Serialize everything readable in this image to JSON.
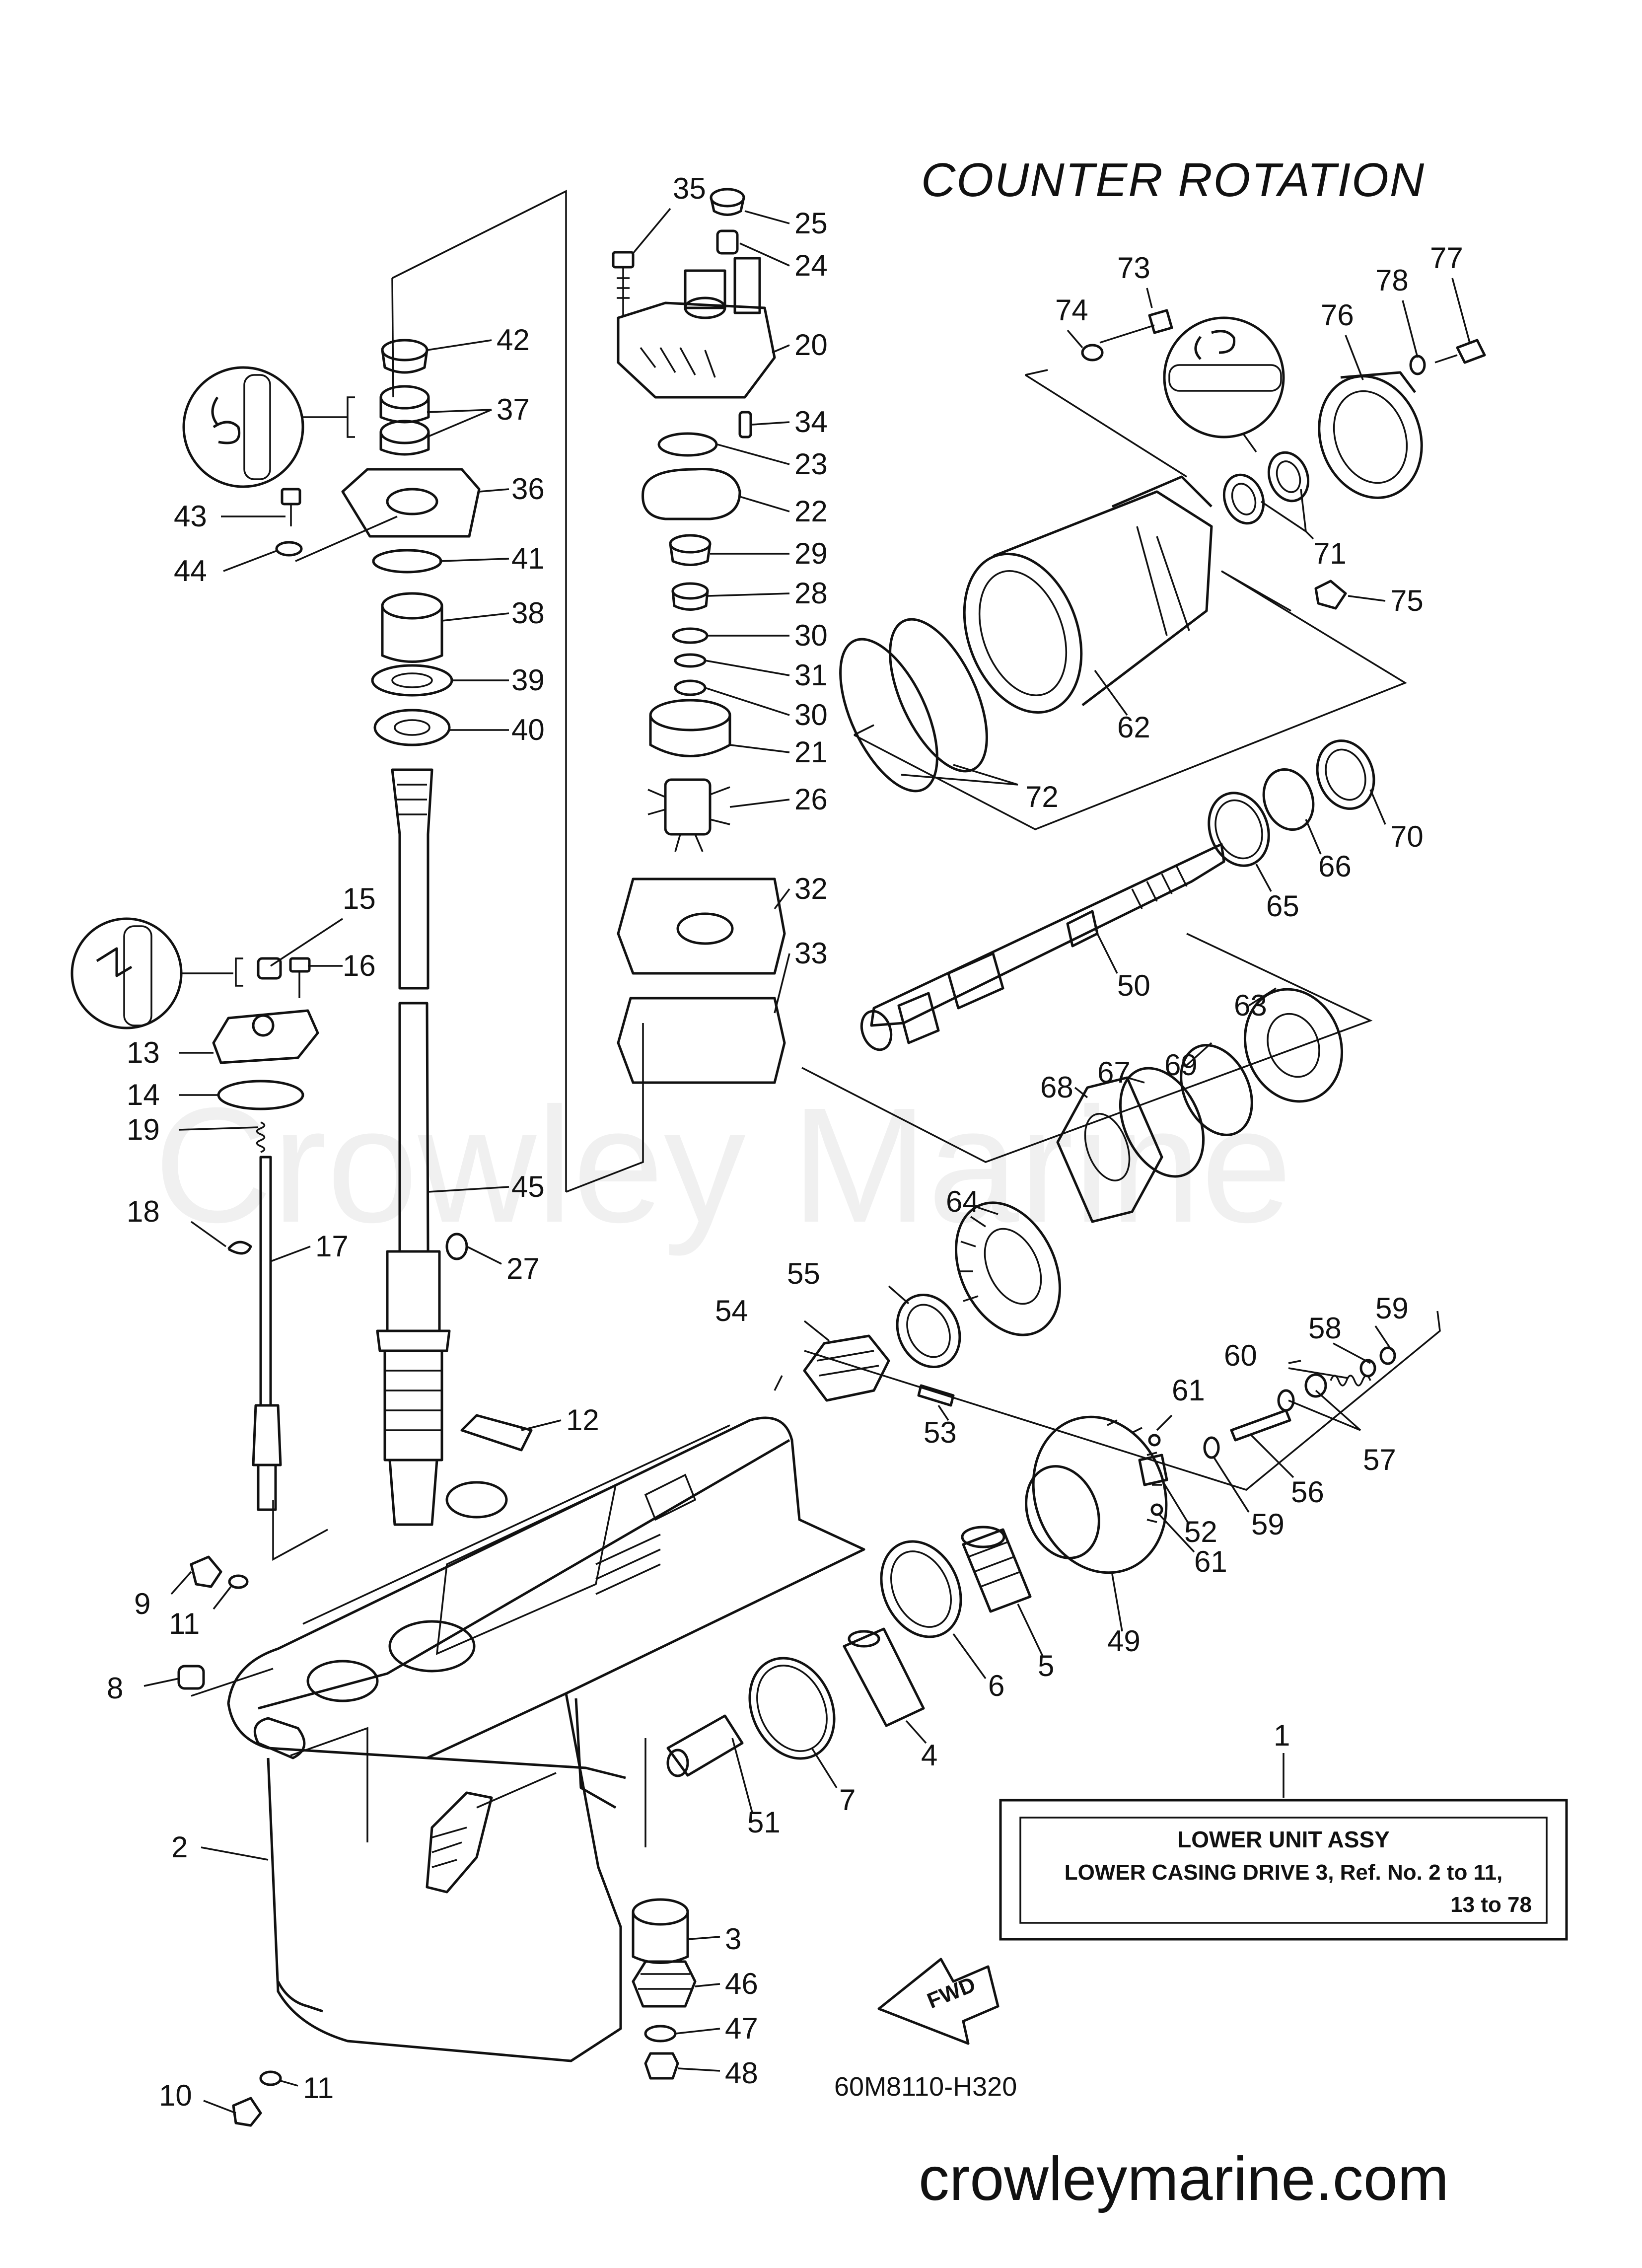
{
  "diagram": {
    "heading": "COUNTER ROTATION",
    "watermark": "Crowley Marine",
    "site": "crowleymarine.com",
    "drawing_code": "60M8110-H320",
    "fwd_label": "FWD",
    "assembly_box": {
      "ref": "1",
      "line1": "LOWER UNIT ASSY",
      "line2": "LOWER CASING DRIVE 3,  Ref. No. 2 to 11,",
      "line3": "13 to 78"
    },
    "callouts": [
      {
        "id": "c35",
        "label": "35"
      },
      {
        "id": "c25",
        "label": "25"
      },
      {
        "id": "c24",
        "label": "24"
      },
      {
        "id": "c20",
        "label": "20"
      },
      {
        "id": "c34",
        "label": "34"
      },
      {
        "id": "c23",
        "label": "23"
      },
      {
        "id": "c22",
        "label": "22"
      },
      {
        "id": "c29",
        "label": "29"
      },
      {
        "id": "c28",
        "label": "28"
      },
      {
        "id": "c30a",
        "label": "30"
      },
      {
        "id": "c31",
        "label": "31"
      },
      {
        "id": "c30b",
        "label": "30"
      },
      {
        "id": "c21",
        "label": "21"
      },
      {
        "id": "c26",
        "label": "26"
      },
      {
        "id": "c32",
        "label": "32"
      },
      {
        "id": "c33",
        "label": "33"
      },
      {
        "id": "c42",
        "label": "42"
      },
      {
        "id": "c37",
        "label": "37"
      },
      {
        "id": "c36",
        "label": "36"
      },
      {
        "id": "c43",
        "label": "43"
      },
      {
        "id": "c44",
        "label": "44"
      },
      {
        "id": "c41",
        "label": "41"
      },
      {
        "id": "c38",
        "label": "38"
      },
      {
        "id": "c39",
        "label": "39"
      },
      {
        "id": "c40",
        "label": "40"
      },
      {
        "id": "c15",
        "label": "15"
      },
      {
        "id": "c16",
        "label": "16"
      },
      {
        "id": "c13",
        "label": "13"
      },
      {
        "id": "c14",
        "label": "14"
      },
      {
        "id": "c19",
        "label": "19"
      },
      {
        "id": "c45",
        "label": "45"
      },
      {
        "id": "c18",
        "label": "18"
      },
      {
        "id": "c17",
        "label": "17"
      },
      {
        "id": "c27",
        "label": "27"
      },
      {
        "id": "c12",
        "label": "12"
      },
      {
        "id": "c9",
        "label": "9"
      },
      {
        "id": "c11a",
        "label": "11"
      },
      {
        "id": "c8",
        "label": "8"
      },
      {
        "id": "c2",
        "label": "2"
      },
      {
        "id": "c10",
        "label": "10"
      },
      {
        "id": "c11b",
        "label": "11"
      },
      {
        "id": "c3",
        "label": "3"
      },
      {
        "id": "c46",
        "label": "46"
      },
      {
        "id": "c47",
        "label": "47"
      },
      {
        "id": "c48",
        "label": "48"
      },
      {
        "id": "c51",
        "label": "51"
      },
      {
        "id": "c7",
        "label": "7"
      },
      {
        "id": "c4",
        "label": "4"
      },
      {
        "id": "c6",
        "label": "6"
      },
      {
        "id": "c5",
        "label": "5"
      },
      {
        "id": "c49",
        "label": "49"
      },
      {
        "id": "c73",
        "label": "73"
      },
      {
        "id": "c74",
        "label": "74"
      },
      {
        "id": "c77",
        "label": "77"
      },
      {
        "id": "c78",
        "label": "78"
      },
      {
        "id": "c76",
        "label": "76"
      },
      {
        "id": "c71",
        "label": "71"
      },
      {
        "id": "c75",
        "label": "75"
      },
      {
        "id": "c62",
        "label": "62"
      },
      {
        "id": "c72",
        "label": "72"
      },
      {
        "id": "c70",
        "label": "70"
      },
      {
        "id": "c66",
        "label": "66"
      },
      {
        "id": "c65",
        "label": "65"
      },
      {
        "id": "c50",
        "label": "50"
      },
      {
        "id": "c63",
        "label": "63"
      },
      {
        "id": "c69",
        "label": "69"
      },
      {
        "id": "c67",
        "label": "67"
      },
      {
        "id": "c68",
        "label": "68"
      },
      {
        "id": "c64",
        "label": "64"
      },
      {
        "id": "c55",
        "label": "55"
      },
      {
        "id": "c54",
        "label": "54"
      },
      {
        "id": "c53",
        "label": "53"
      },
      {
        "id": "c59a",
        "label": "59"
      },
      {
        "id": "c58",
        "label": "58"
      },
      {
        "id": "c60",
        "label": "60"
      },
      {
        "id": "c61a",
        "label": "61"
      },
      {
        "id": "c57",
        "label": "57"
      },
      {
        "id": "c56",
        "label": "56"
      },
      {
        "id": "c59b",
        "label": "59"
      },
      {
        "id": "c52",
        "label": "52"
      },
      {
        "id": "c61b",
        "label": "61"
      },
      {
        "id": "c1",
        "label": "1"
      }
    ]
  }
}
